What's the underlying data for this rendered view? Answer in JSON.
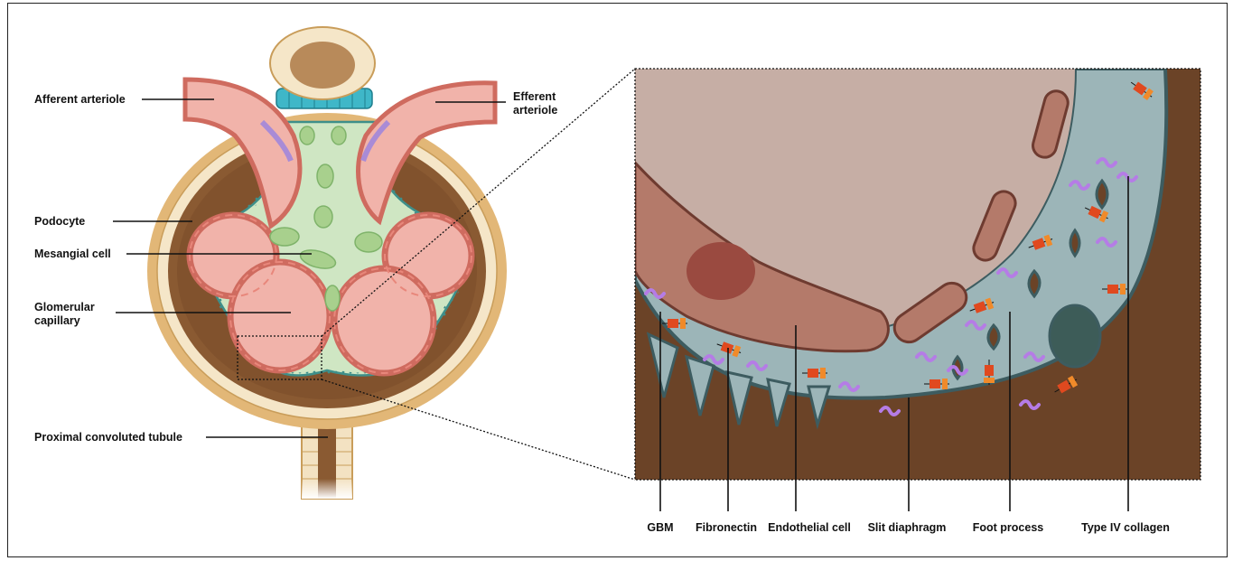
{
  "labels": {
    "afferent_arteriole": "Afferent arteriole",
    "efferent_arteriole_line1": "Efferent",
    "efferent_arteriole_line2": "arteriole",
    "podocyte": "Podocyte",
    "mesangial_cell": "Mesangial cell",
    "glomerular_capillary_line1": "Glomerular",
    "glomerular_capillary_line2": "capillary",
    "proximal_convoluted_tubule": "Proximal convoluted tubule"
  },
  "inset_labels": {
    "gbm": "GBM",
    "fibronectin": "Fibronectin",
    "endothelial_cell": "Endothelial cell",
    "slit_diaphragm": "Slit diaphragm",
    "foot_process": "Foot process",
    "type_iv_collagen": "Type IV collagen"
  },
  "colors": {
    "capsule_outer": "#e2b777",
    "capsule_space": "#8a5a32",
    "capillary_pink": "#f1b3aa",
    "capillary_wall": "#cf6b5f",
    "mesangium": "#cfe6c3",
    "mesangial_cell": "#a8d08d",
    "podocyte": "#a8d6d0",
    "macula_densa": "#3fb7c8",
    "inset_background": "#6b4327",
    "inset_lumen": "#c6aea5",
    "inset_gbm": "#9cb5b8",
    "fibronectin": "#e0491f",
    "collagen": "#b57ce6"
  }
}
